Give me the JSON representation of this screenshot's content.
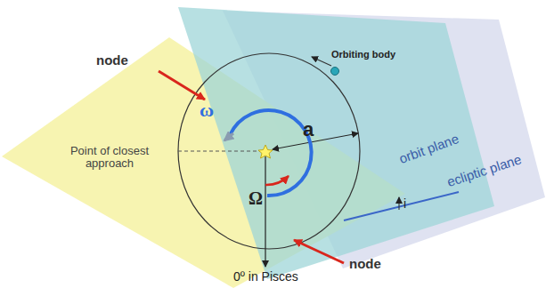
{
  "diagram": {
    "labels": [
      "node",
      "ω",
      "a",
      "Orbiting body",
      "Point of closest approach",
      "Ω",
      "orbit plane",
      "i",
      "ecliptic plane",
      "node",
      "0º in Pisces"
    ]
  }
}
